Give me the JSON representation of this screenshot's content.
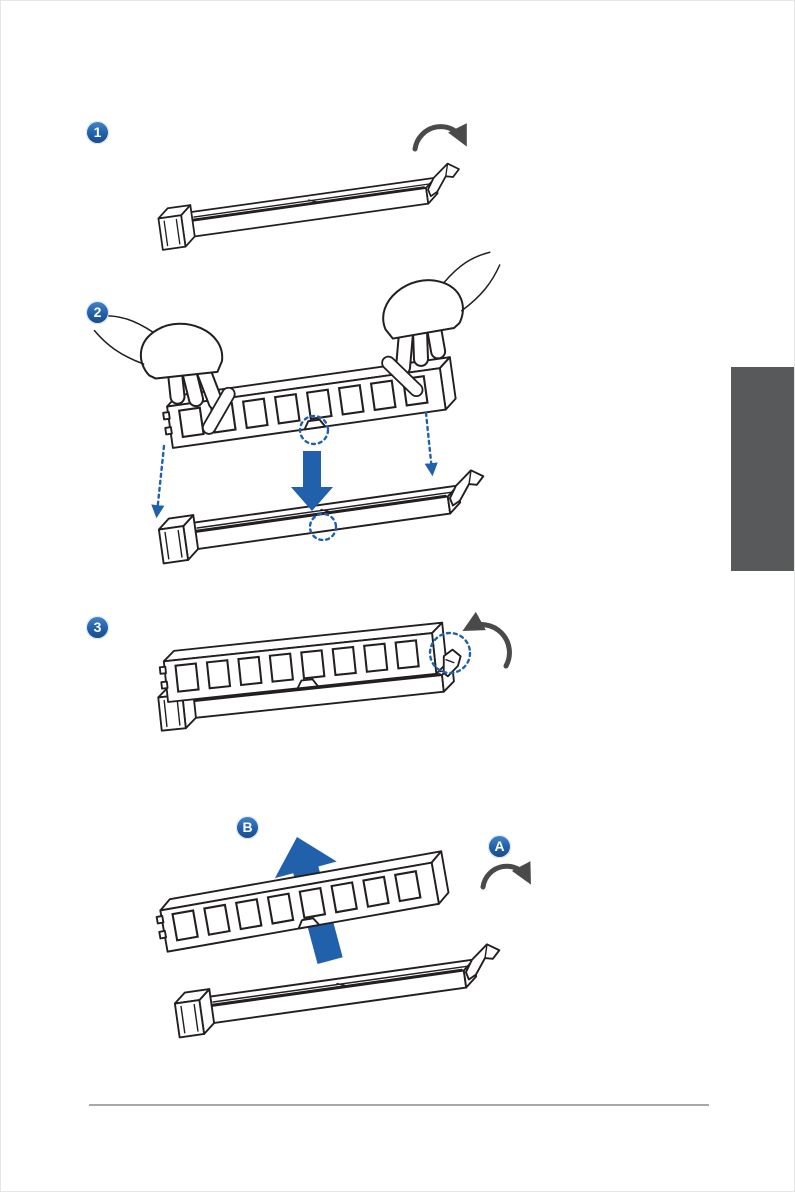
{
  "steps": [
    {
      "number": "1",
      "illustration": "open-dimm-socket-retaining-clip"
    },
    {
      "number": "2",
      "illustration": "align-and-insert-dimm-with-both-hands"
    },
    {
      "number": "3",
      "illustration": "seated-dimm-clip-snaps-back"
    }
  ],
  "removal": {
    "step_a_label": "A",
    "step_b_label": "B",
    "illustration": "remove-dimm-press-clip-and-lift"
  },
  "colors": {
    "accent_blue": "#2160ab",
    "line_dark": "#231f20",
    "chapter_tab_gray": "#58595b",
    "footer_rule_gray": "#a8a8a8"
  }
}
